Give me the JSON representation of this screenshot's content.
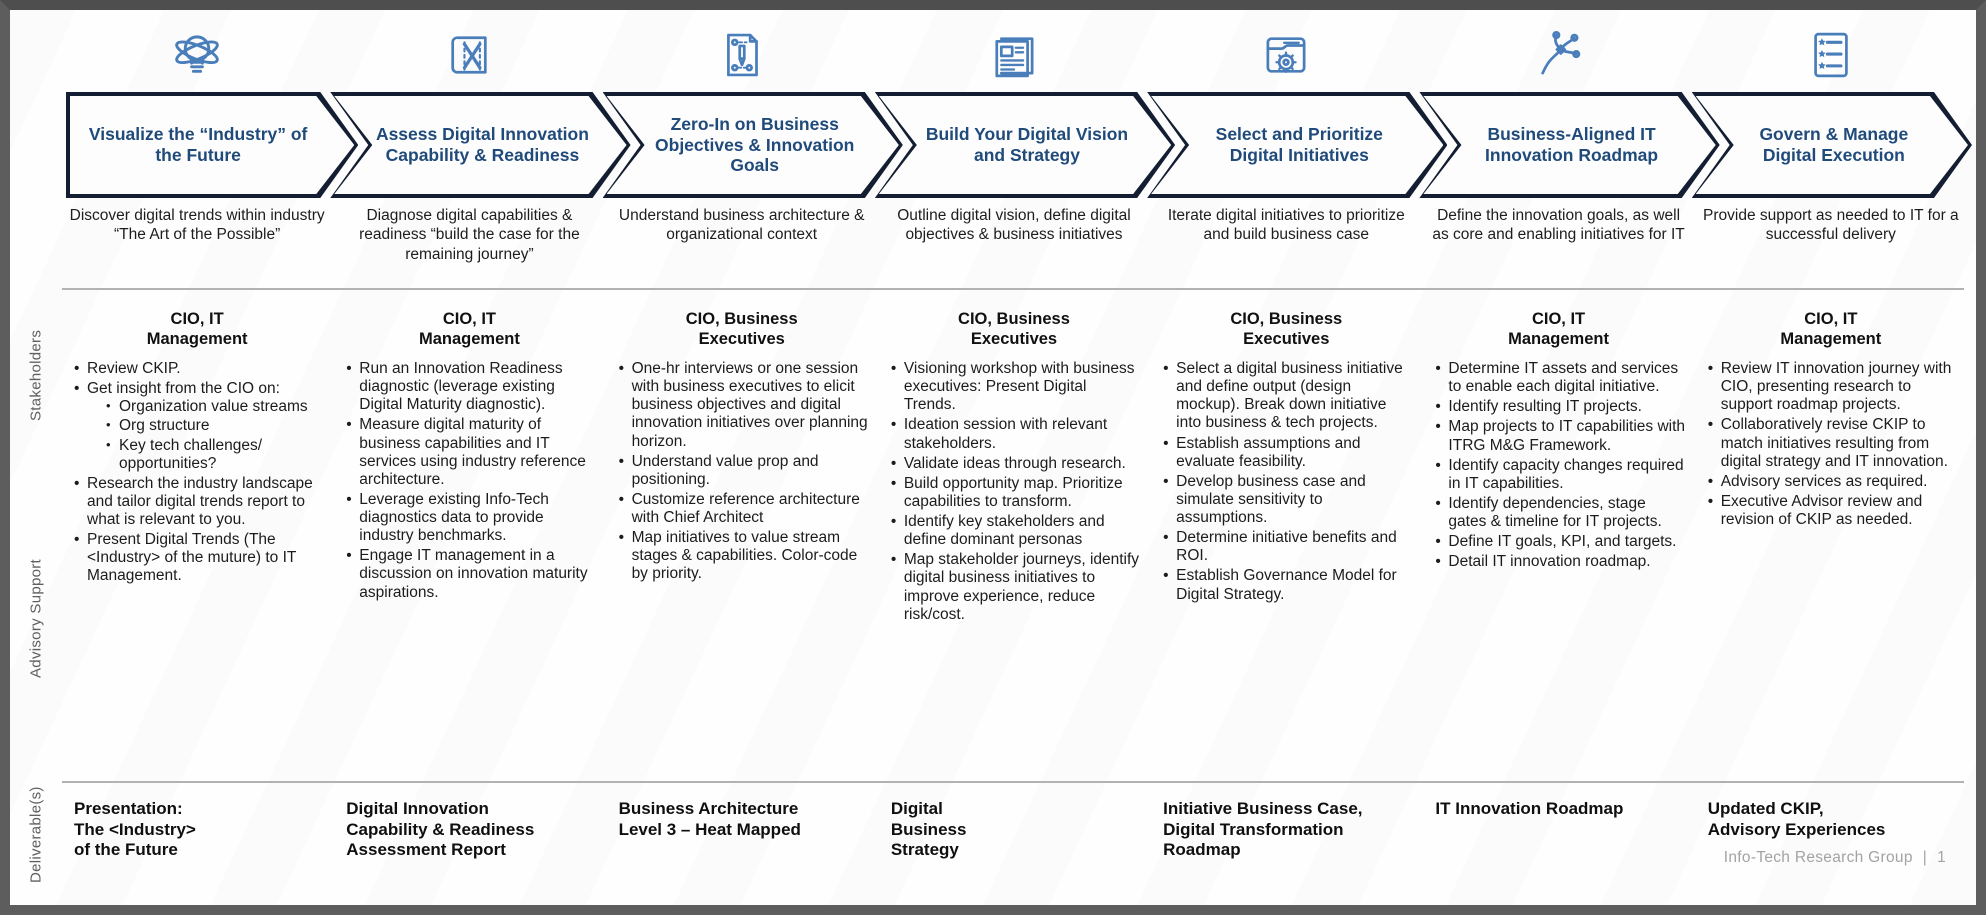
{
  "row_labels": {
    "stakeholders": "Stakeholders",
    "advisory": "Advisory  Support",
    "deliverables": "Deliverable(s)"
  },
  "footer": {
    "text": "Info-Tech Research Group",
    "separator": "|",
    "page": "1"
  },
  "accent_colors": {
    "icon_blue": "#4a7ebb",
    "chevron_text": "#1f4a7a",
    "chevron_border": "#141e33"
  },
  "columns": [
    {
      "icon": "bulb-orbit-icon",
      "title": "Visualize the “Industry” of the Future",
      "description": "Discover digital trends within industry\n“The Art of the Possible”",
      "stakeholders": "CIO, IT\nManagement",
      "advisory": [
        {
          "text": "Review CKIP.",
          "sub": []
        },
        {
          "text": "Get insight from the CIO on:",
          "sub": [
            "Organization value streams",
            "Org structure",
            "Key tech challenges/ opportunities?"
          ]
        },
        {
          "text": "Research the industry landscape and tailor digital trends report to what is relevant to you.",
          "sub": []
        },
        {
          "text": "Present Digital Trends (The <Industry> of the muture) to IT Management.",
          "sub": []
        }
      ],
      "deliverable": "Presentation:\nThe <Industry>\nof the Future"
    },
    {
      "icon": "blueprint-map-icon",
      "title": "Assess Digital Innovation Capability & Readiness",
      "description": "Diagnose digital capabilities & readiness “build the case for the remaining journey”",
      "stakeholders": "CIO, IT\nManagement",
      "advisory": [
        {
          "text": "Run an Innovation Readiness diagnostic (leverage existing Digital Maturity diagnostic).",
          "sub": []
        },
        {
          "text": "Measure digital maturity of business capabilities and IT services using industry reference architecture.",
          "sub": []
        },
        {
          "text": "Leverage existing Info-Tech diagnostics data to provide industry benchmarks.",
          "sub": []
        },
        {
          "text": "Engage IT management in a discussion on innovation maturity aspirations.",
          "sub": []
        }
      ],
      "deliverable": "Digital Innovation\nCapability & Readiness\nAssessment Report"
    },
    {
      "icon": "plan-document-icon",
      "title": "Zero-In on Business Objectives & Innovation Goals",
      "description": "Understand business architecture & organizational context",
      "stakeholders": "CIO, Business\nExecutives",
      "advisory": [
        {
          "text": "One-hr interviews or one session with business executives to elicit business objectives and digital innovation initiatives over planning horizon.",
          "sub": []
        },
        {
          "text": "Understand value prop and positioning.",
          "sub": []
        },
        {
          "text": "Customize reference architecture with Chief Architect",
          "sub": []
        },
        {
          "text": "Map initiatives to value stream stages & capabilities. Color-code by priority.",
          "sub": []
        }
      ],
      "deliverable": "Business Architecture\nLevel 3 – Heat Mapped"
    },
    {
      "icon": "newspaper-icon",
      "title": "Build Your Digital Vision and Strategy",
      "description": "Outline digital vision, define digital objectives & business initiatives",
      "stakeholders": "CIO, Business\nExecutives",
      "advisory": [
        {
          "text": "Visioning workshop with business executives: Present Digital Trends.",
          "sub": []
        },
        {
          "text": "Ideation session with relevant stakeholders.",
          "sub": []
        },
        {
          "text": "Validate ideas through research.",
          "sub": []
        },
        {
          "text": "Build opportunity map. Prioritize capabilities to transform.",
          "sub": []
        },
        {
          "text": "Identify key stakeholders and define dominant personas",
          "sub": []
        },
        {
          "text": "Map stakeholder journeys, identify digital business initiatives to improve experience, reduce risk/cost.",
          "sub": []
        }
      ],
      "deliverable": "Digital\nBusiness\nStrategy"
    },
    {
      "icon": "folder-gear-icon",
      "title": "Select and Prioritize Digital Initiatives",
      "description": "Iterate digital initiatives to prioritize and build business case",
      "stakeholders": "CIO, Business\nExecutives",
      "advisory": [
        {
          "text": "Select a digital business initiative and define output (design mockup). Break down initiative into business & tech projects.",
          "sub": []
        },
        {
          "text": "Establish assumptions and evaluate feasibility.",
          "sub": []
        },
        {
          "text": "Develop business case and simulate sensitivity to assumptions.",
          "sub": []
        },
        {
          "text": "Determine initiative benefits and ROI.",
          "sub": []
        },
        {
          "text": "Establish Governance Model for Digital Strategy.",
          "sub": []
        }
      ],
      "deliverable": "Initiative Business Case,\nDigital Transformation\nRoadmap"
    },
    {
      "icon": "curve-nodes-icon",
      "title": "Business-Aligned  IT Innovation Roadmap",
      "description": "Define the innovation goals, as well as core and enabling initiatives for IT",
      "stakeholders": "CIO, IT\nManagement",
      "advisory": [
        {
          "text": "Determine IT assets and services to enable each digital initiative.",
          "sub": []
        },
        {
          "text": "Identify resulting IT projects.",
          "sub": []
        },
        {
          "text": "Map projects to IT capabilities with ITRG M&G Framework.",
          "sub": []
        },
        {
          "text": "Identify capacity changes required in IT capabilities.",
          "sub": []
        },
        {
          "text": "Identify dependencies, stage gates & timeline for IT projects.",
          "sub": []
        },
        {
          "text": "Define IT goals, KPI, and targets.",
          "sub": []
        },
        {
          "text": "Detail IT innovation roadmap.",
          "sub": []
        }
      ],
      "deliverable": "IT Innovation Roadmap"
    },
    {
      "icon": "checklist-stars-icon",
      "title": "Govern & Manage Digital Execution",
      "description": "Provide support as needed to IT for a successful delivery",
      "stakeholders": "CIO, IT\nManagement",
      "advisory": [
        {
          "text": "Review IT innovation journey with CIO, presenting research to support roadmap projects.",
          "sub": []
        },
        {
          "text": "Collaboratively revise CKIP to match initiatives resulting from digital strategy and IT innovation.",
          "sub": []
        },
        {
          "text": "Advisory services as required.",
          "sub": []
        },
        {
          "text": "Executive Advisor review and revision of CKIP as needed.",
          "sub": []
        }
      ],
      "deliverable": "Updated CKIP,\nAdvisory Experiences"
    }
  ]
}
